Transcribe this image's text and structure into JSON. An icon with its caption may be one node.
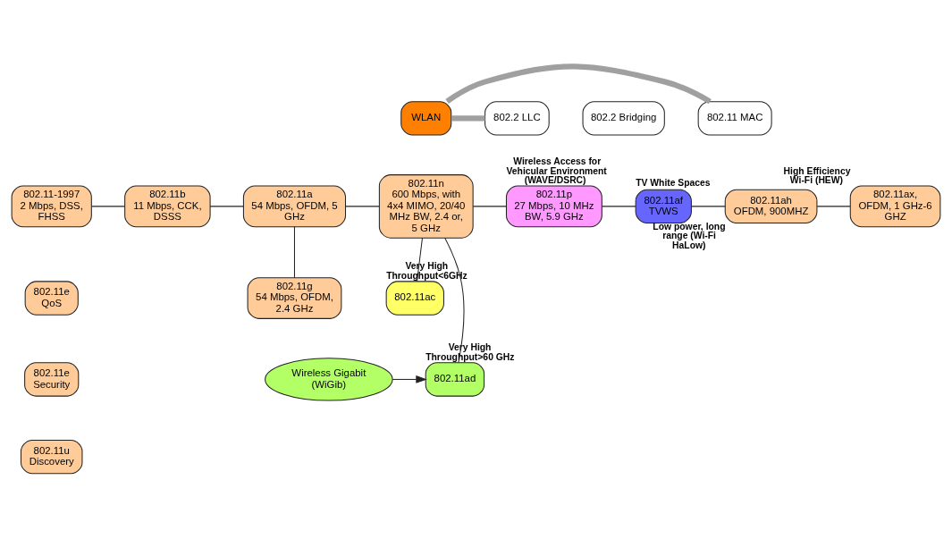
{
  "diagram": {
    "nodes": [
      {
        "text": [
          "WLAN"
        ]
      },
      {
        "text": [
          "802.2 LLC"
        ]
      },
      {
        "text": [
          "802.2 Bridging"
        ]
      },
      {
        "text": [
          "802.11 MAC"
        ]
      },
      {
        "text": [
          "802.11-1997",
          "2 Mbps, DSS, FHSS"
        ]
      },
      {
        "text": [
          "802.11b",
          "11 Mbps, CCK, DSSS"
        ]
      },
      {
        "text": [
          "802.11a",
          "54 Mbps, OFDM, 5 GHz"
        ]
      },
      {
        "text": [
          "802.11n",
          "600 Mbps, with 4x4 MIMO, 20/40 MHz BW, 2.4 or, 5 GHz"
        ]
      },
      {
        "text": [
          "802.11p",
          "27 Mbps, 10 MHz BW, 5.9 GHz"
        ],
        "beside": [
          "Wireless Access for Vehicular Environment (WAVE/DSRC)"
        ]
      },
      {
        "text": [
          "802.11af",
          "TVWS"
        ],
        "beside": [
          "TV White Spaces"
        ]
      },
      {
        "text": [
          "802.11ah",
          "OFDM, 900MHZ"
        ],
        "beside": [
          "Low power, long range (Wi-Fi HaLow)"
        ]
      },
      {
        "text": [
          "802.11ax,",
          "OFDM, 1 GHz-6 GHZ"
        ],
        "beside": [
          "High Efficiency Wi-Fi (HEW)"
        ]
      },
      {
        "text": [
          "802.11e",
          "QoS"
        ]
      },
      {
        "text": [
          "802.11e",
          "Security"
        ]
      },
      {
        "text": [
          "802.11u",
          "Discovery"
        ]
      },
      {
        "text": [
          "802.11g",
          "54 Mbps, OFDM, 2.4 GHz"
        ]
      },
      {
        "text": [
          "802.11ac"
        ],
        "beside": [
          "Very High Throughput<6GHz"
        ]
      },
      {
        "text": [
          "Wireless Gigabit (WiGib)"
        ]
      },
      {
        "text": [
          "802.11ad"
        ],
        "beside": [
          "Very High Throughput>60 GHz"
        ]
      }
    ],
    "edges": [
      {
        "from": 0,
        "to": 1,
        "arrow": "none",
        "style": "thick",
        "color": "#a0a0a0"
      },
      {
        "from": 0,
        "to": 3,
        "arrow": "none",
        "style": "thick",
        "color": "#a0a0a0"
      },
      {
        "from": 4,
        "to": 5,
        "arrow": "none"
      },
      {
        "from": 5,
        "to": 6,
        "arrow": "none"
      },
      {
        "from": 6,
        "to": 7,
        "arrow": "none"
      },
      {
        "from": 7,
        "to": 8,
        "arrow": "none"
      },
      {
        "from": 8,
        "to": 9,
        "arrow": "none"
      },
      {
        "from": 9,
        "to": 10,
        "arrow": "none"
      },
      {
        "from": 10,
        "to": 11,
        "arrow": "none"
      },
      {
        "from": 6,
        "to": 15,
        "arrow": "none"
      },
      {
        "from": 7,
        "to": 16,
        "arrow": "none"
      },
      {
        "from": 7,
        "to": 18,
        "arrow": "none"
      },
      {
        "from": 17,
        "to": 18,
        "arrow": "to"
      }
    ]
  }
}
